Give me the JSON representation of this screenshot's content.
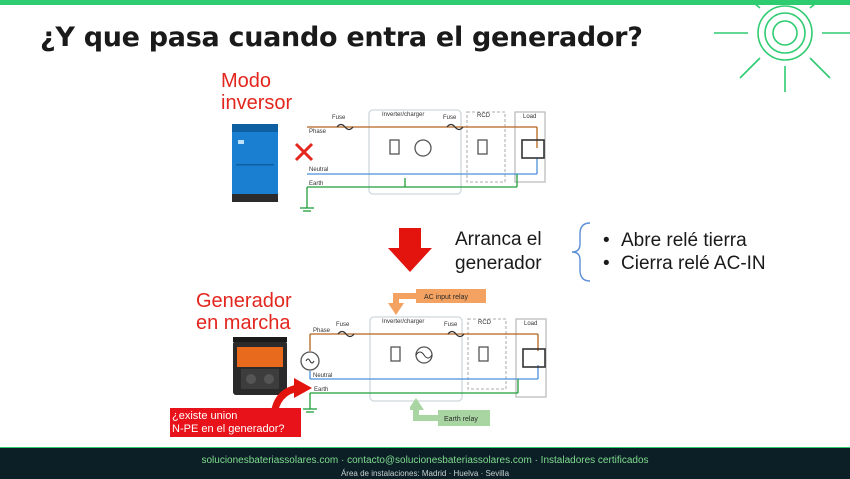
{
  "title": "¿Y que pasa cuando entra el generador?",
  "modes": {
    "inverter_mode_line1": "Modo",
    "inverter_mode_line2": "inversor",
    "generator_mode_line1": "Generador",
    "generator_mode_line2": "en marcha"
  },
  "transition": {
    "line1": "Arranca el",
    "line2": "generador",
    "bullets": [
      "Abre relé tierra",
      "Cierra relé AC-IN"
    ]
  },
  "diagram_labels": {
    "fuse": "Fuse",
    "inverter_charger": "Inverter/charger",
    "rcd": "RCD",
    "load": "Load",
    "phase": "Phase",
    "neutral": "Neutral",
    "earth": "Earth"
  },
  "callouts": {
    "ac_input": "AC input relay",
    "earth_relay": "Earth relay",
    "question_line1": "¿existe union",
    "question_line2": "N-PE en el generador?"
  },
  "footer": {
    "contact": "solucionesbateriassolares.com  ·  contacto@solucionesbateriassolares.com  ·  Instaladores certificados",
    "area": "Área de instalaciones: Madrid · Huelva · Sevilla"
  },
  "colors": {
    "accent_green": "#2ecc71",
    "phase_wire": "#b5651d",
    "neutral_wire": "#4a90d9",
    "earth_wire": "#1e9e3a",
    "alert_red": "#e3261e",
    "callout_orange": "#f4a261",
    "callout_green": "#a8d5a2",
    "footer_bg": "#0c1f26"
  }
}
